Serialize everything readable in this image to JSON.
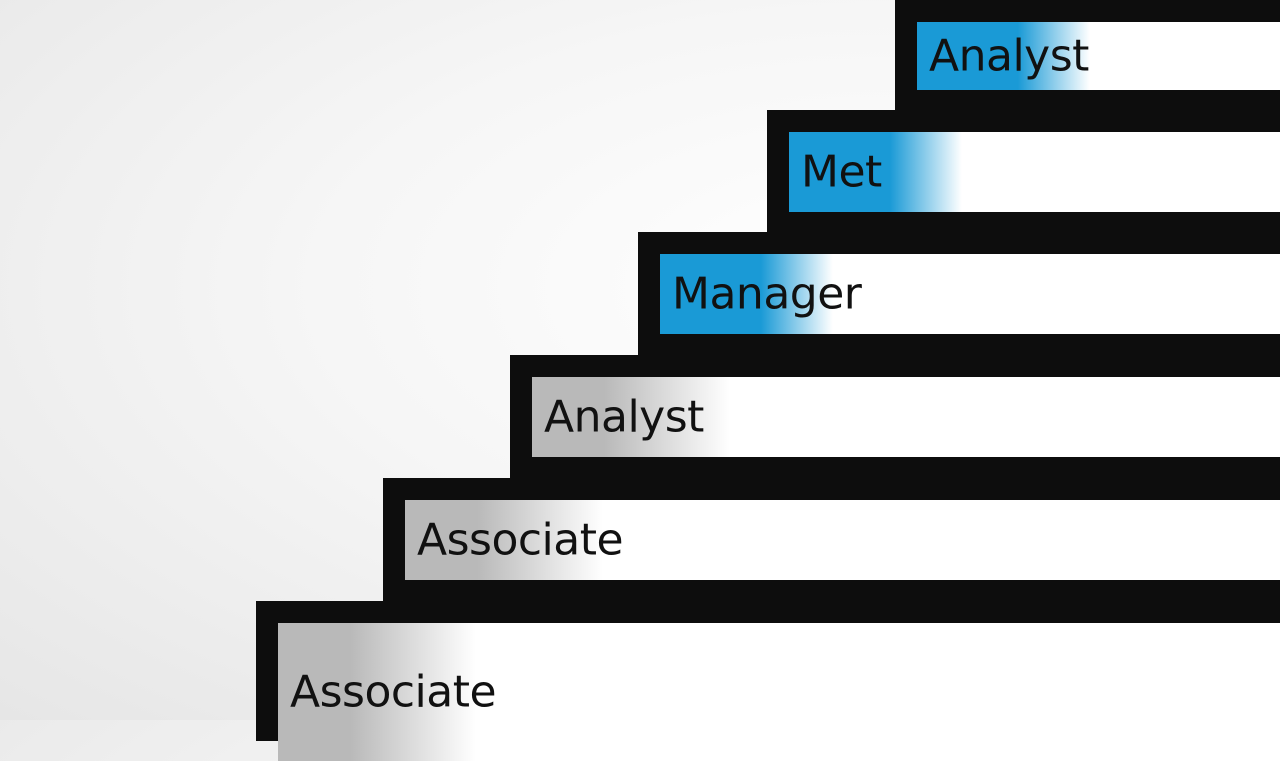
{
  "steps": [
    {
      "label": "Associate",
      "tone": "gray"
    },
    {
      "label": "Associate",
      "tone": "gray"
    },
    {
      "label": "Analyst",
      "tone": "gray"
    },
    {
      "label": "Manager",
      "tone": "blue"
    },
    {
      "label": "Met",
      "tone": "blue"
    },
    {
      "label": "Analyst",
      "tone": "blue"
    }
  ],
  "colors": {
    "blue": "#1a9ad6",
    "gray": "#b9b9b9",
    "border": "#0d0d0d"
  }
}
